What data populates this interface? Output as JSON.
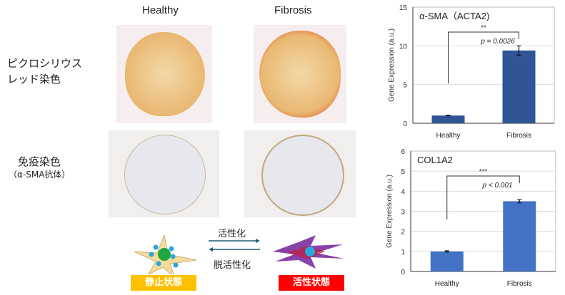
{
  "columns": {
    "healthy": "Healthy",
    "fibrosis": "Fibrosis"
  },
  "rows": {
    "picro_line1": "ピクロシリウス",
    "picro_line2": "レッド染色",
    "ihc_line1": "免疫染色",
    "ihc_line2": "（α-SMA抗体）"
  },
  "diagram": {
    "activation": "活性化",
    "deactivation": "脱活性化",
    "quiescent": "静止状態",
    "activated": "活性状態",
    "quiescent_color": "#FFC000",
    "activated_color": "#FF0000"
  },
  "chart_data": [
    {
      "type": "bar",
      "title": "α-SMA（ACTA2)",
      "categories": [
        "Healthy",
        "Fibrosis"
      ],
      "values": [
        1.0,
        9.4
      ],
      "errors": [
        0.05,
        0.6
      ],
      "ylabel": "Gene Expression (a.u.)",
      "ylim": [
        0,
        15
      ],
      "yticks": [
        0,
        5,
        10,
        15
      ],
      "significance": "**",
      "pvalue": "p = 0.0026",
      "color": "#2F5597",
      "grid": true
    },
    {
      "type": "bar",
      "title": "COL1A2",
      "categories": [
        "Healthy",
        "Fibrosis"
      ],
      "values": [
        1.0,
        3.5
      ],
      "errors": [
        0.03,
        0.08
      ],
      "ylabel": "Gene Expression (a.u.)",
      "ylim": [
        0,
        6
      ],
      "yticks": [
        0,
        1,
        2,
        3,
        4,
        5,
        6
      ],
      "significance": "***",
      "pvalue": "p < 0.001",
      "color": "#4472C4",
      "grid": true
    }
  ]
}
